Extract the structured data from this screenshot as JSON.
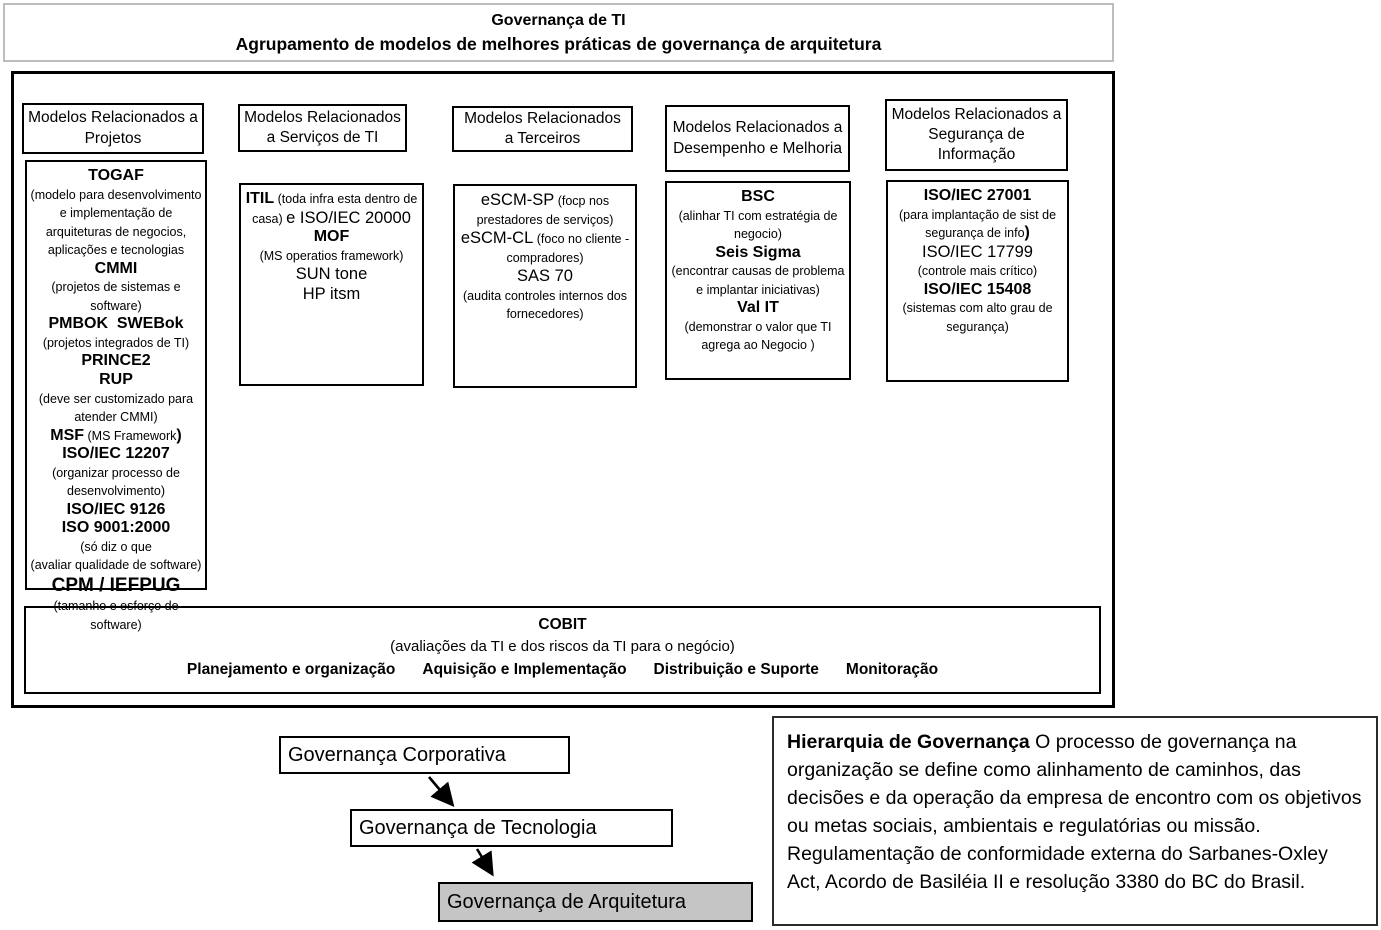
{
  "title": {
    "line1": "Governança de TI",
    "line2": "Agrupamento de modelos de melhores práticas de governança de arquitetura"
  },
  "columns": [
    {
      "id": "projetos",
      "header": "Modelos Relacionados a Projetos",
      "items": [
        [
          {
            "t": "TOGAF",
            "s": "bold"
          }
        ],
        [
          {
            "t": "(modelo para desenvolvimento e implementação de arquiteturas de negocios, aplicações e tecnologias",
            "s": "small"
          }
        ],
        [
          {
            "t": "CMMI",
            "s": "bold"
          }
        ],
        [
          {
            "t": "(projetos de sistemas e software)",
            "s": "small"
          }
        ],
        [
          {
            "t": "PMBOK  SWEBok",
            "s": "bold"
          }
        ],
        [
          {
            "t": "(projetos integrados de TI)",
            "s": "small"
          }
        ],
        [
          {
            "t": "PRINCE2",
            "s": "bold"
          }
        ],
        [
          {
            "t": "RUP",
            "s": "bold"
          }
        ],
        [
          {
            "t": "(deve ser customizado para atender CMMI)",
            "s": "small"
          }
        ],
        [
          {
            "t": "MSF",
            "s": "bold"
          },
          {
            "t": " (MS Framework",
            "s": "small"
          },
          {
            "t": ")",
            "s": "bold"
          }
        ],
        [
          {
            "t": "ISO/IEC 12207",
            "s": "bold"
          }
        ],
        [
          {
            "t": "(organizar processo de desenvolvimento)",
            "s": "small"
          }
        ],
        [
          {
            "t": "ISO/IEC 9126",
            "s": "bold"
          }
        ],
        [
          {
            "t": "ISO 9001:2000",
            "s": "bold"
          }
        ],
        [
          {
            "t": "(só diz o que",
            "s": "small"
          }
        ],
        [
          {
            "t": "(avaliar qualidade de software)",
            "s": "small"
          }
        ],
        [
          {
            "t": "CPM / IEFPUG",
            "s": "bigbold"
          }
        ],
        [
          {
            "t": "(tamanho e esforço de software)",
            "s": "small"
          }
        ]
      ]
    },
    {
      "id": "servicos",
      "header": "Modelos Relacionados a Serviços de TI",
      "items": [
        [
          {
            "t": "ITIL",
            "s": "bold"
          },
          {
            "t": " (toda infra esta dentro de casa) ",
            "s": "small"
          },
          {
            "t": "e ISO/IEC 20000",
            "s": "plain"
          }
        ],
        [
          {
            "t": "MOF",
            "s": "bold"
          }
        ],
        [
          {
            "t": "(MS operatios framework)",
            "s": "small"
          }
        ],
        [
          {
            "t": "SUN tone",
            "s": "plain"
          }
        ],
        [
          {
            "t": "HP itsm",
            "s": "plain"
          }
        ]
      ]
    },
    {
      "id": "terceiros",
      "header": "Modelos Relacionados a Terceiros",
      "items": [
        [
          {
            "t": "eSCM-SP",
            "s": "plain"
          },
          {
            "t": " (focp nos prestadores de serviços)",
            "s": "small"
          }
        ],
        [
          {
            "t": "eSCM-CL",
            "s": "plain"
          },
          {
            "t": " (foco no cliente - compradores)",
            "s": "small"
          }
        ],
        [
          {
            "t": "SAS 70",
            "s": "plain"
          }
        ],
        [
          {
            "t": "(audita controles internos dos fornecedores)",
            "s": "small"
          }
        ]
      ]
    },
    {
      "id": "desempenho",
      "header": "Modelos Relacionados a Desempenho  e Melhoria",
      "items": [
        [
          {
            "t": "BSC",
            "s": "bold"
          }
        ],
        [
          {
            "t": "(alinhar TI com estratégia de negocio)",
            "s": "small"
          }
        ],
        [
          {
            "t": "Seis Sigma",
            "s": "bold"
          }
        ],
        [
          {
            "t": "(encontrar causas de problema e implantar iniciativas)",
            "s": "small"
          }
        ],
        [
          {
            "t": "Val IT",
            "s": "bold"
          }
        ],
        [
          {
            "t": "(demonstrar o valor que TI agrega ao Negocio )",
            "s": "small"
          }
        ]
      ]
    },
    {
      "id": "seguranca",
      "header": "Modelos Relacionados a Segurança de Informação",
      "items": [
        [
          {
            "t": "ISO/IEC 27001",
            "s": "bold"
          }
        ],
        [
          {
            "t": "(para implantação de sist de segurança de info",
            "s": "small"
          },
          {
            "t": ")",
            "s": "bold"
          }
        ],
        [
          {
            "t": "ISO/IEC 17799",
            "s": "plain"
          }
        ],
        [
          {
            "t": "(controle mais crítico)",
            "s": "small"
          }
        ],
        [
          {
            "t": "ISO/IEC 15408",
            "s": "bold"
          }
        ],
        [
          {
            "t": "(sistemas com alto grau de segurança)",
            "s": "small"
          }
        ]
      ]
    }
  ],
  "cobit": {
    "title": "COBIT",
    "subtitle": "(avaliações da TI e dos riscos da TI para o negócio)",
    "phases": [
      "Planejamento e organização",
      "Aquisição e Implementação",
      "Distribuição e Suporte",
      "Monitoração"
    ]
  },
  "hierarchy": {
    "nodes": [
      "Governança Corporativa",
      "Governança de Tecnologia",
      "Governança de Arquitetura"
    ]
  },
  "note": {
    "lead": "Hierarquia de Governança",
    "body": " O processo de governança na organização se define como alinhamento de caminhos, das decisões e da operação da empresa de encontro com os objetivos ou metas sociais, ambientais e regulatórias ou missão. Regulamentação de conformidade externa do Sarbanes-Oxley Act, Acordo de Basiléia II e resolução 3380 do BC do Brasil."
  },
  "colors": {
    "title_border": "#bdbdbd",
    "box_border": "#000000",
    "arquitetura_fill": "#c5c5c5"
  }
}
